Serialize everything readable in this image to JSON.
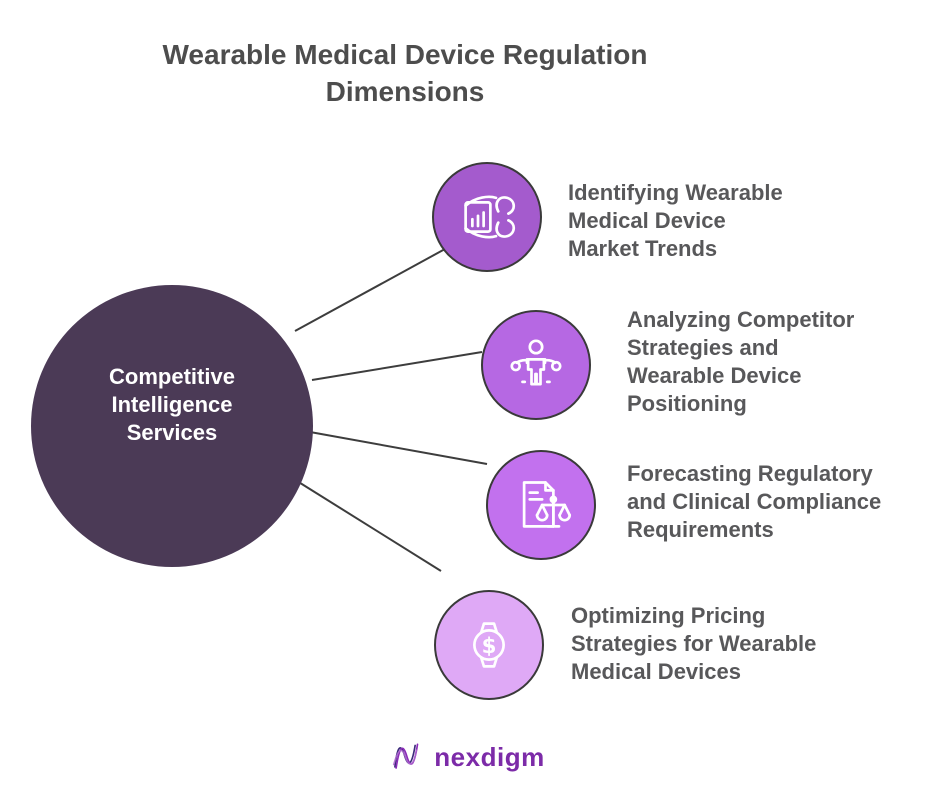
{
  "title": "Wearable Medical Device Regulation\nDimensions",
  "center": {
    "label": "Competitive\nIntelligence\nServices",
    "bg_color": "#4B3A56",
    "text_color": "#FFFFFF"
  },
  "items": [
    {
      "label": "Identifying Wearable\nMedical Device\nMarket Trends",
      "icon": "wearable-band-chart-icon",
      "color": "#A45BCD"
    },
    {
      "label": "Analyzing Competitor\nStrategies and\nWearable Device\nPositioning",
      "icon": "competitor-person-network-icon",
      "color": "#B668E3"
    },
    {
      "label": "Forecasting Regulatory\nand Clinical Compliance\nRequirements",
      "icon": "document-scales-icon",
      "color": "#C271EE"
    },
    {
      "label": "Optimizing Pricing\nStrategies for Wearable\nMedical Devices",
      "icon": "watch-dollar-icon",
      "color": "#DFA9F6"
    }
  ],
  "footer": {
    "brand": "nexdigm",
    "brand_color": "#7C2BA8"
  },
  "styles": {
    "title_color": "#4D4D4D",
    "label_color": "#58585A",
    "connector_color": "#3D3D3D",
    "node_border_color": "#3A3A3A",
    "background": "#FFFFFF"
  }
}
